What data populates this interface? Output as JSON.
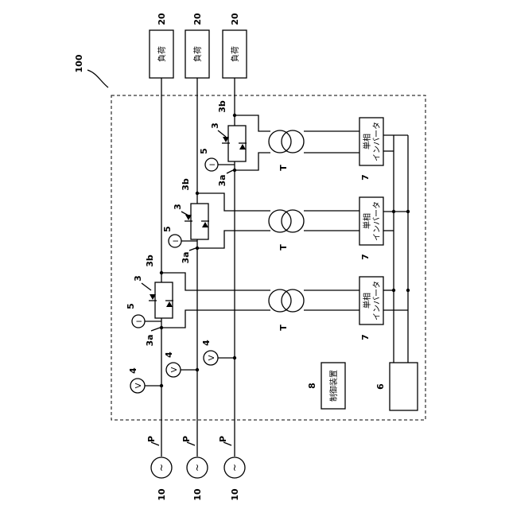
{
  "system_label": "100",
  "loads": [
    {
      "ref": "20",
      "text": "負荷"
    },
    {
      "ref": "20",
      "text": "負荷"
    },
    {
      "ref": "20",
      "text": "負荷"
    }
  ],
  "sources": [
    {
      "ref": "10",
      "symbol": "~",
      "line_ref": "P"
    },
    {
      "ref": "10",
      "symbol": "~",
      "line_ref": "P"
    },
    {
      "ref": "10",
      "symbol": "~",
      "line_ref": "P"
    }
  ],
  "voltmeters": [
    {
      "ref": "4",
      "symbol": "V"
    },
    {
      "ref": "4",
      "symbol": "V"
    },
    {
      "ref": "4",
      "symbol": "V"
    }
  ],
  "ammeters": [
    {
      "ref": "5",
      "symbol": "I"
    },
    {
      "ref": "5",
      "symbol": "I"
    },
    {
      "ref": "5",
      "symbol": "I"
    }
  ],
  "switch_units": [
    {
      "ref": "3",
      "terminal_a": "3a",
      "terminal_b": "3b"
    },
    {
      "ref": "3",
      "terminal_a": "3a",
      "terminal_b": "3b"
    },
    {
      "ref": "3",
      "terminal_a": "3a",
      "terminal_b": "3b"
    }
  ],
  "transformers": [
    {
      "ref": "T"
    },
    {
      "ref": "T"
    },
    {
      "ref": "T"
    }
  ],
  "inverters": [
    {
      "ref": "7",
      "line1": "単相",
      "line2": "インバータ"
    },
    {
      "ref": "7",
      "line1": "単相",
      "line2": "インバータ"
    },
    {
      "ref": "7",
      "line1": "単相",
      "line2": "インバータ"
    }
  ],
  "controller": {
    "ref": "8",
    "text": "制御装置"
  },
  "dc_source": {
    "ref": "6"
  }
}
